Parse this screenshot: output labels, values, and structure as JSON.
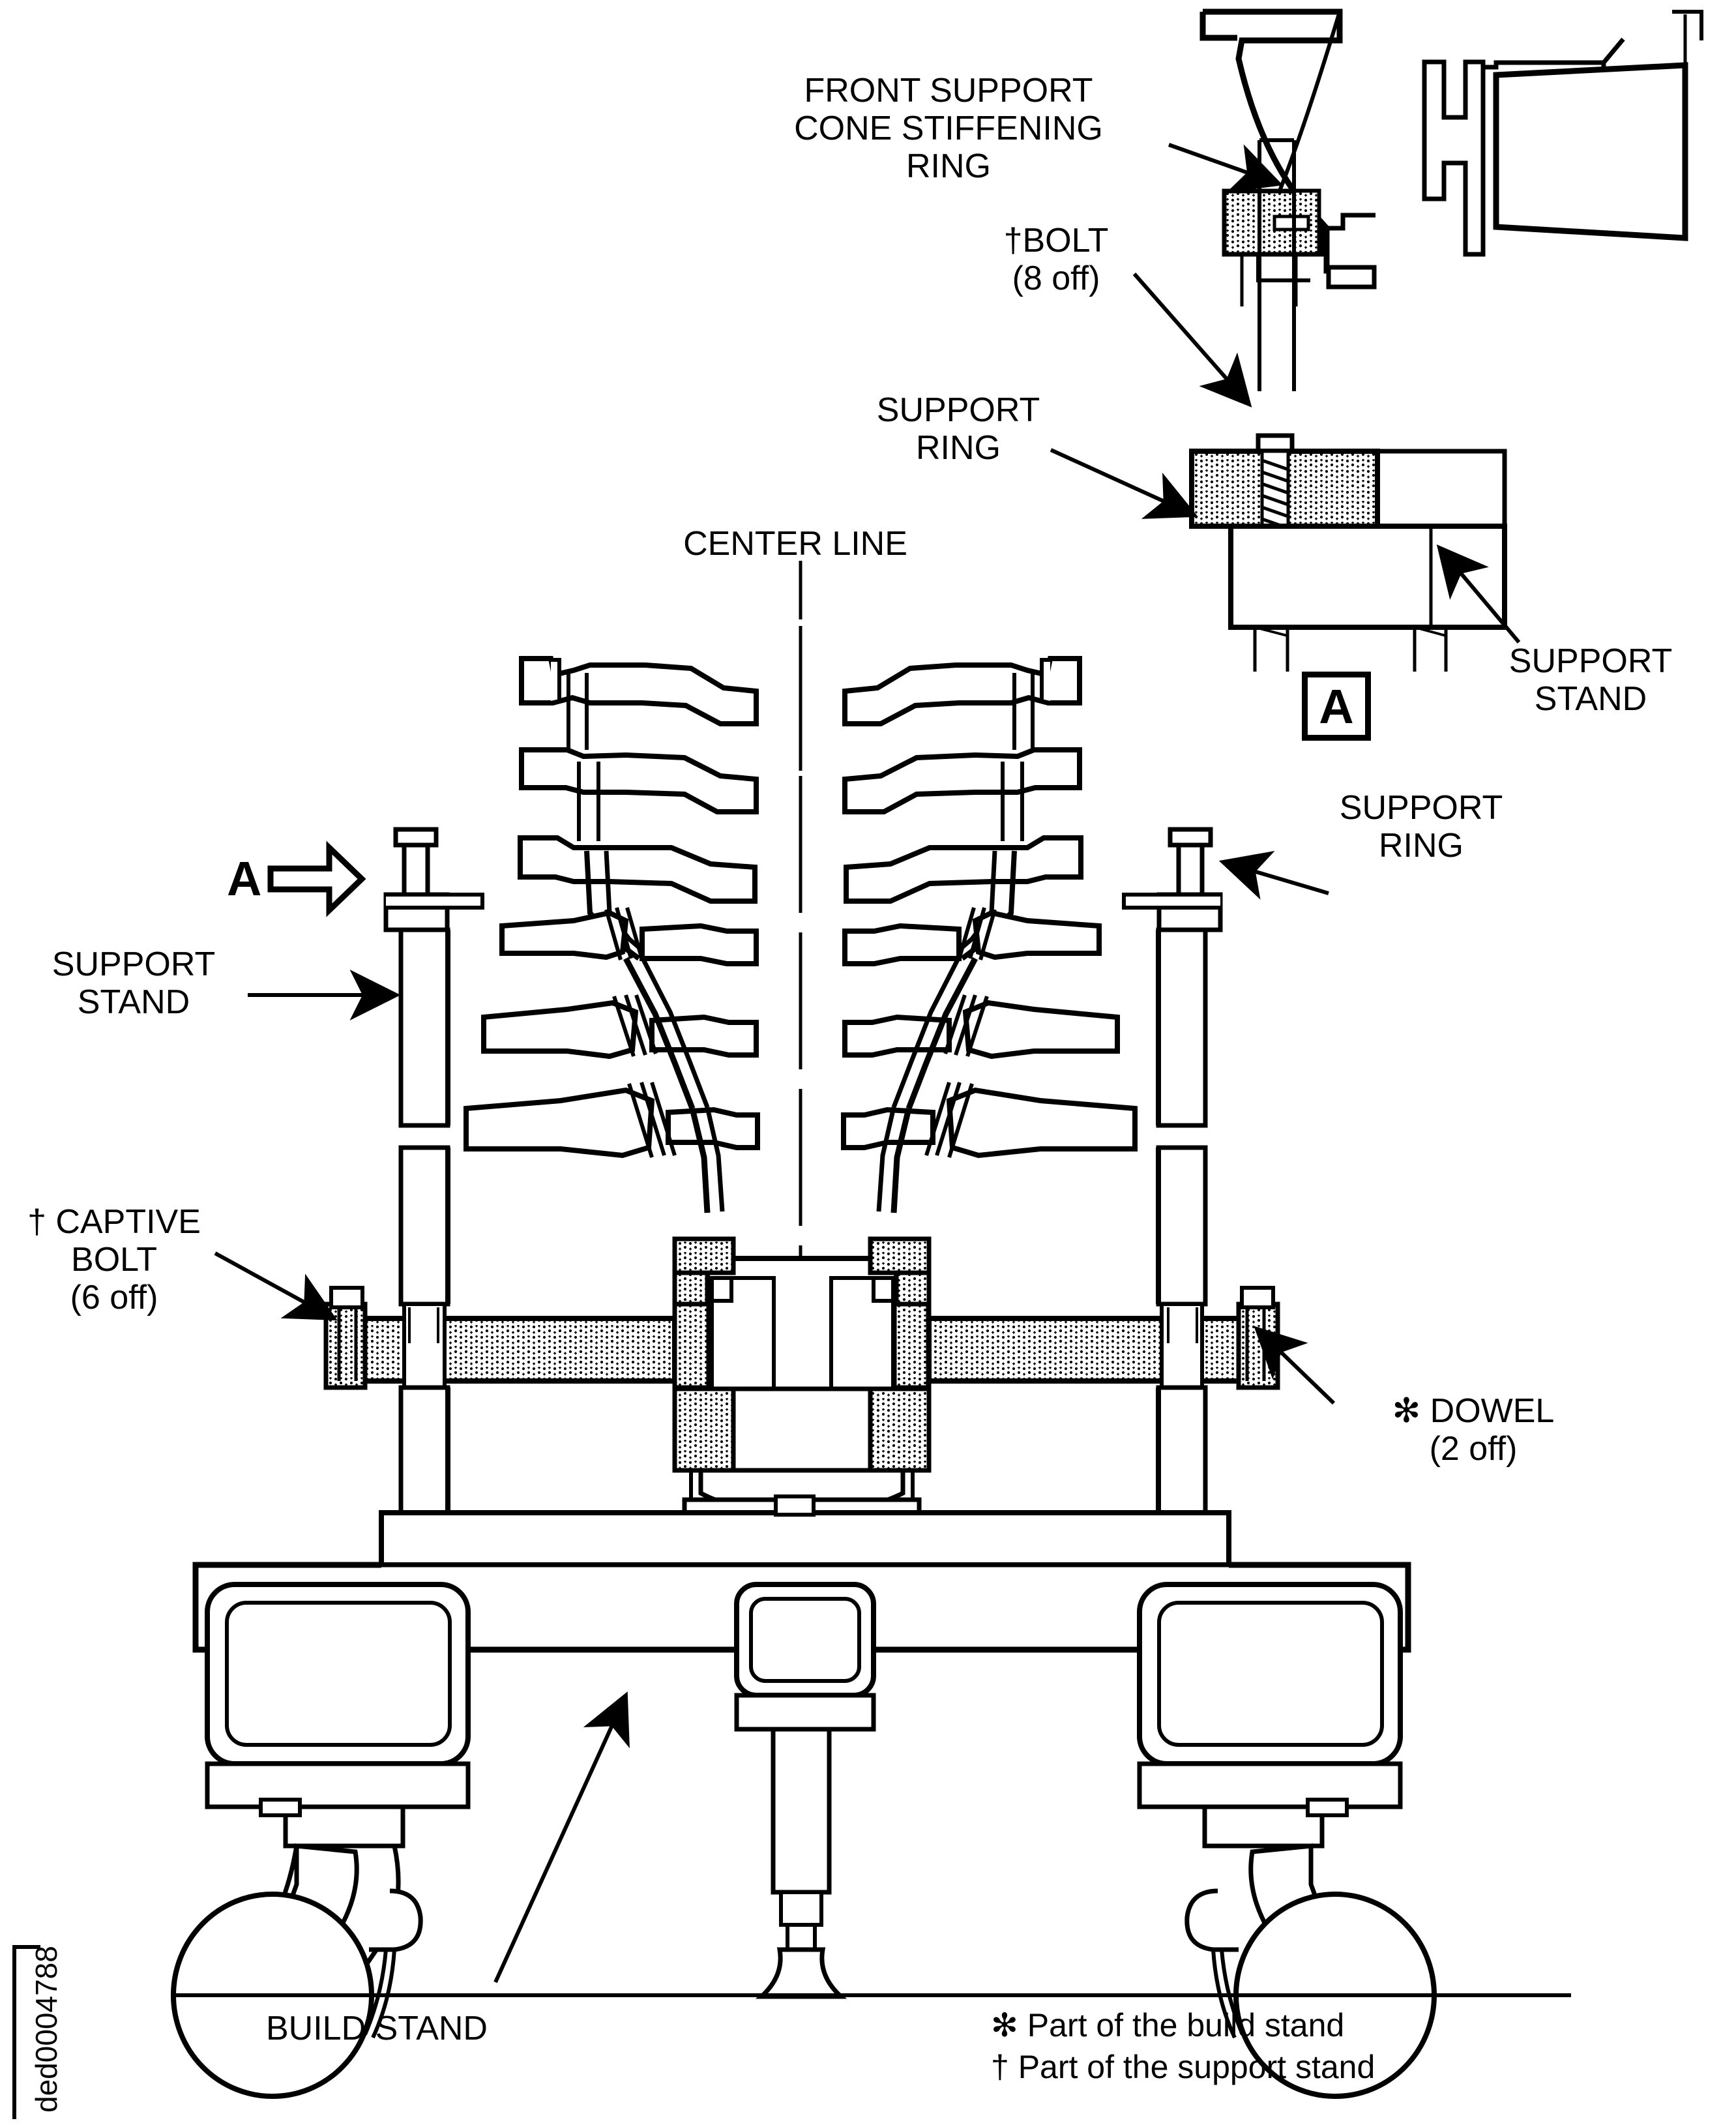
{
  "drawing": {
    "id_label": "ded0004788",
    "title_implicit": "Turbine rotor on build stand — assembly drawing"
  },
  "labels": {
    "front_support_cone_stiffening_ring": "FRONT SUPPORT\nCONE STIFFENING\nRING",
    "bolt": "†BOLT\n(8 off)",
    "support_ring_detail": "SUPPORT\nRING",
    "support_stand_detail": "SUPPORT\nSTAND",
    "center_line": "CENTER LINE",
    "support_ring_main": "SUPPORT\nRING",
    "support_stand_main": "SUPPORT\nSTAND",
    "captive_bolt": "† CAPTIVE\nBOLT\n(6 off)",
    "dowel": "✻ DOWEL\n(2 off)",
    "build_stand": "BUILD STAND"
  },
  "view_markers": {
    "detail_box_letter": "A",
    "section_arrow_letter": "A"
  },
  "legend": {
    "build_stand_note": "✻ Part of the build stand",
    "support_stand_note": "† Part of the support stand"
  },
  "symbols": {
    "asterisk": "✻",
    "dagger": "†"
  },
  "colors": {
    "line": "#000000",
    "background": "#ffffff",
    "hatch": "#000000"
  }
}
